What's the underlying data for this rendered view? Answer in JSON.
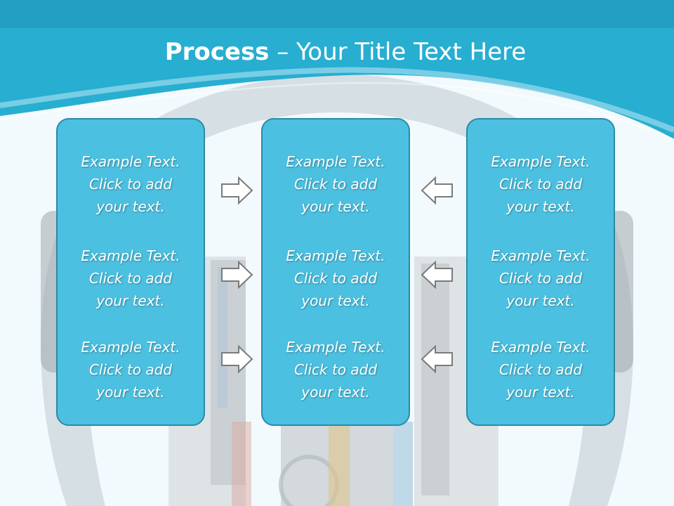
{
  "title": {
    "bold": "Process",
    "rest": " – Your Title Text Here"
  },
  "colors": {
    "header": "#27aed1",
    "box_fill": "#4cc0e0",
    "box_border": "#2a8aa8",
    "arrow_stroke": "#7a7a7a"
  },
  "columns": [
    {
      "items": [
        {
          "line1": "Example Text.",
          "line2": "Click  to add",
          "line3": "your text."
        },
        {
          "line1": "Example Text.",
          "line2": "Click  to add",
          "line3": "your text."
        },
        {
          "line1": "Example Text.",
          "line2": "Click  to add",
          "line3": "your text."
        }
      ]
    },
    {
      "items": [
        {
          "line1": "Example Text.",
          "line2": "Click  to add",
          "line3": "your text."
        },
        {
          "line1": "Example Text.",
          "line2": "Click  to add",
          "line3": "your text."
        },
        {
          "line1": "Example Text.",
          "line2": "Click  to add",
          "line3": "your text."
        }
      ]
    },
    {
      "items": [
        {
          "line1": "Example Text.",
          "line2": "Click  to add",
          "line3": "your text."
        },
        {
          "line1": "Example Text.",
          "line2": "Click  to add",
          "line3": "your text."
        },
        {
          "line1": "Example Text.",
          "line2": "Click  to add",
          "line3": "your text."
        }
      ]
    }
  ],
  "arrows": {
    "left_side": "arrow-right-icon",
    "right_side": "arrow-left-icon"
  }
}
